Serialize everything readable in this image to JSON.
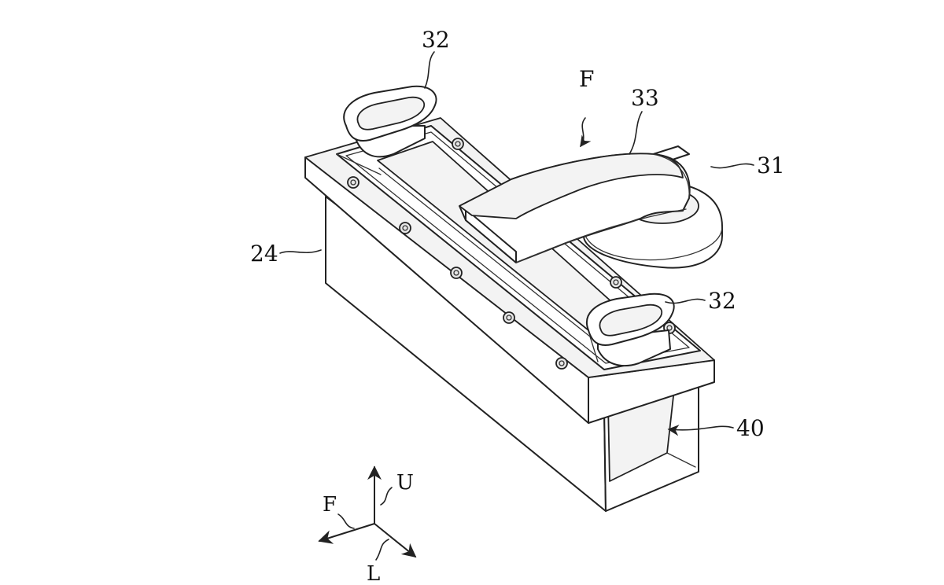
{
  "figure": {
    "labels": {
      "ref_24": "24",
      "ref_31": "31",
      "ref_32_top": "32",
      "ref_32_right": "32",
      "ref_33": "33",
      "ref_40": "40",
      "arrow_F": "F"
    },
    "axes": {
      "up": "U",
      "front": "F",
      "left": "L"
    }
  }
}
